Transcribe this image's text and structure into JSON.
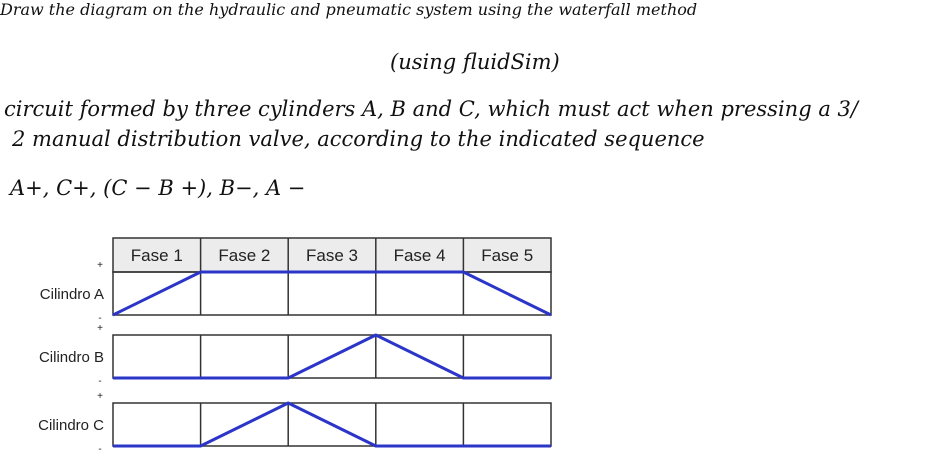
{
  "header": {
    "title": "Draw the diagram on the hydraulic and pneumatic system using the waterfall method",
    "subtitle": "(using fluidSim)"
  },
  "description": {
    "line1": "circuit formed by three cylinders A, B and C, which must act when pressing a 3/",
    "line2": "2 manual distribution valve, according to the indicated sequence"
  },
  "sequence": "A+, C+, (C − B +), B−, A −",
  "diagram": {
    "phases": [
      "Fase 1",
      "Fase 2",
      "Fase 3",
      "Fase 4",
      "Fase 5"
    ],
    "plus_sign": "+",
    "minus_sign": "-",
    "cylinders": [
      {
        "name": "Cilindro A",
        "states": [
          0,
          1,
          1,
          1,
          1,
          0
        ]
      },
      {
        "name": "Cilindro B",
        "states": [
          0,
          0,
          0,
          1,
          0,
          0
        ]
      },
      {
        "name": "Cilindro C",
        "states": [
          0,
          0,
          1,
          0,
          0,
          0
        ]
      }
    ],
    "line_color": "#2b35c8",
    "grid_color": "#333333",
    "header_bg": "#ececec"
  }
}
